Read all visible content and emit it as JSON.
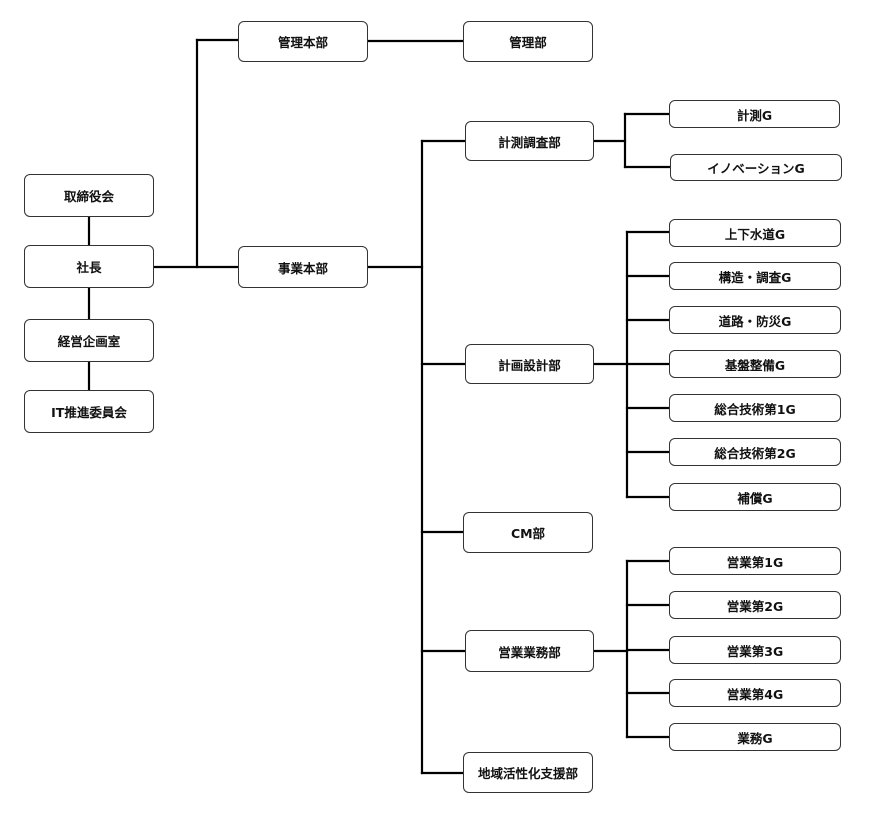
{
  "org": {
    "board": "取締役会",
    "president": "社長",
    "planning_office": "経営企画室",
    "it_committee": "IT推進委員会",
    "admin_hq": "管理本部",
    "admin_dept": "管理部",
    "business_hq": "事業本部",
    "survey_dept": "計測調査部",
    "design_dept": "計画設計部",
    "cm_dept": "CM部",
    "sales_dept": "営業業務部",
    "regional_dept": "地域活性化支援部",
    "groups": {
      "keisoku": "計測G",
      "innovation": "イノベーションG",
      "water": "上下水道G",
      "structure": "構造・調査G",
      "road": "道路・防災G",
      "foundation": "基盤整備G",
      "general1": "総合技術第1G",
      "general2": "総合技術第2G",
      "compensation": "補償G",
      "sales1": "営業第1G",
      "sales2": "営業第2G",
      "sales3": "営業第3G",
      "sales4": "営業第4G",
      "gyomu": "業務G"
    }
  }
}
